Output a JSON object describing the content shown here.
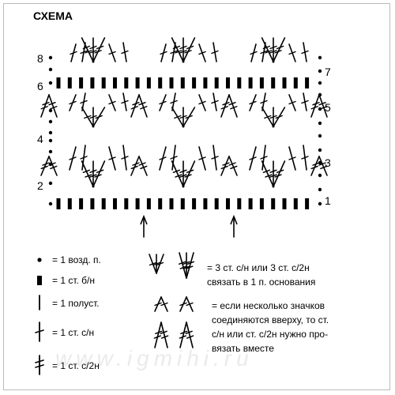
{
  "title": "СХЕМА",
  "row_numbers_left": [
    "8",
    "6",
    "4",
    "2"
  ],
  "row_numbers_right": [
    "7",
    "5",
    "3",
    "1"
  ],
  "watermark": "www.igmihi.ru",
  "legend": {
    "chain": "= 1 возд. п.",
    "sc": "= 1 ст. б/н",
    "slip": "= 1 полуст.",
    "dc": "= 1 ст. с/н",
    "tr": "= 1 ст. с/2н",
    "fan_lines": [
      "= 3 ст. с/н или 3 ст. с/2н",
      "связать в 1 п. основания"
    ],
    "cluster_lines": [
      "= если несколько значков",
      "соединяются вверху, то ст.",
      "с/н или ст. с/2н нужно про-",
      "вязать вместе"
    ]
  },
  "colors": {
    "ink": "#000000",
    "background": "#ffffff"
  }
}
